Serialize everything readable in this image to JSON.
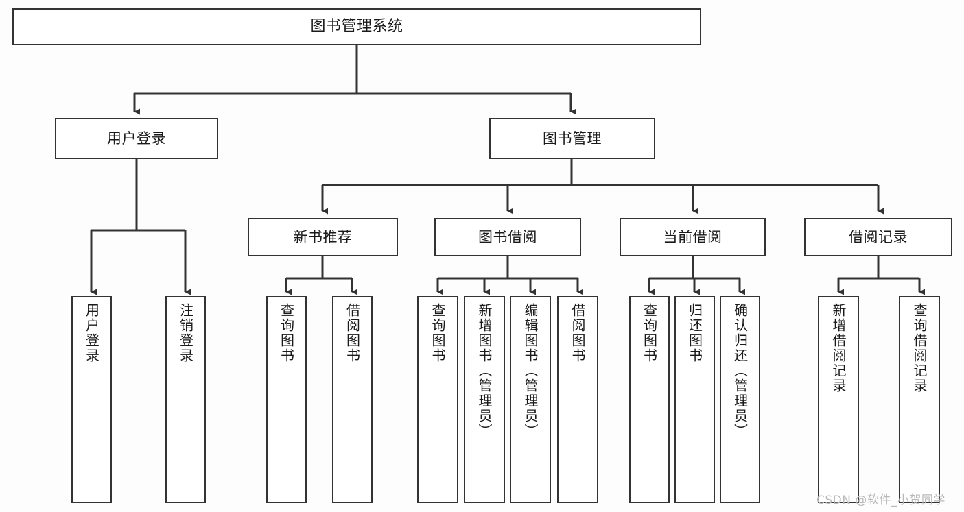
{
  "diagram": {
    "type": "tree",
    "title": "图书管理系统",
    "orientation": "top-down",
    "colors": {
      "border": "#333333",
      "box_fill": "#ffffff",
      "edge": "#333333",
      "text": "#1a1a1a",
      "watermark": "#b9b9b9",
      "page_background": "#fdfdfd"
    },
    "root": {
      "label": "图书管理系统"
    },
    "level1": [
      {
        "label": "用户登录"
      },
      {
        "label": "图书管理"
      }
    ],
    "level2": [
      {
        "label": "新书推荐"
      },
      {
        "label": "图书借阅"
      },
      {
        "label": "当前借阅"
      },
      {
        "label": "借阅记录"
      }
    ],
    "leaves": {
      "user_login": [
        {
          "label": "用户登录"
        },
        {
          "label": "注销登录"
        }
      ],
      "new_book_recommend": [
        {
          "label": "查询图书"
        },
        {
          "label": "借阅图书"
        }
      ],
      "book_borrow": [
        {
          "label": "查询图书"
        },
        {
          "label": "新增图书（管理员）"
        },
        {
          "label": "编辑图书（管理员）"
        },
        {
          "label": "借阅图书"
        }
      ],
      "current_borrow": [
        {
          "label": "查询图书"
        },
        {
          "label": "归还图书"
        },
        {
          "label": "确认归还（管理员）"
        }
      ],
      "borrow_record": [
        {
          "label": "新增借阅记录"
        },
        {
          "label": "查询借阅记录"
        }
      ]
    }
  },
  "watermark": {
    "text": "CSDN @软件_小贺同学"
  }
}
